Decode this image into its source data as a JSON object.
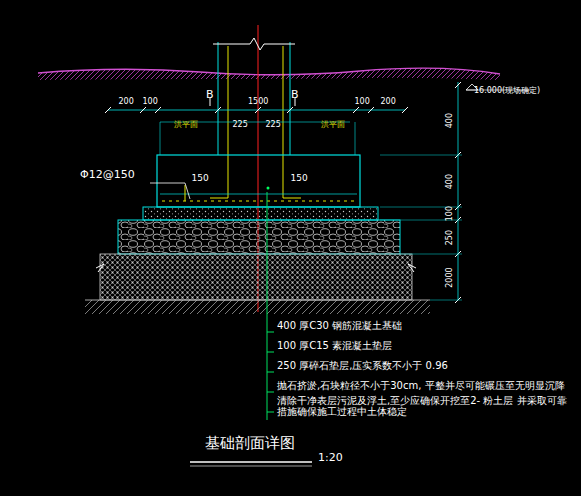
{
  "diagram": {
    "title": "基础剖面详图",
    "labels": [
      "B",
      "B",
      "200",
      "100",
      "1500",
      "225",
      "225",
      "100",
      "200",
      "洪平面",
      "洪平面",
      "Φ12@150",
      "150",
      "150",
      "16.000(现场确定)",
      "400",
      "400",
      "100",
      "250",
      "2000",
      "400 厚C30 钢筋混凝土基础",
      "100 厚C15 素混凝土垫层",
      "250 厚碎石垫层,压实系数不小于 0.96",
      "抛石挤淤,石块粒径不小于30cm, 平整并尽可能碾压至无明显沉降",
      "清除干净表层污泥及浮土,至少应确保开挖至2- 粉土层 并采取可靠措施确保施工过程中土体稳定",
      "1:20"
    ]
  }
}
